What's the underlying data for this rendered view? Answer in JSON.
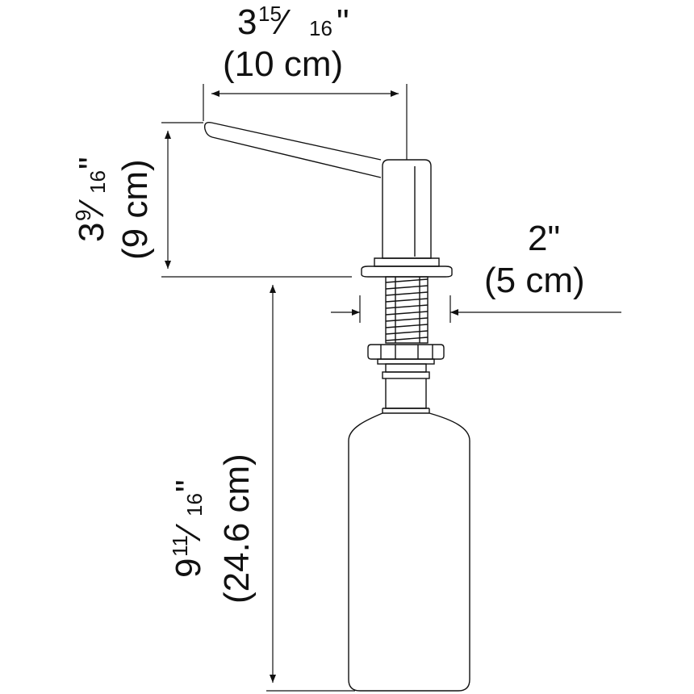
{
  "dimensions": {
    "width_top": {
      "whole": "3",
      "num": "15",
      "den": "16",
      "inch": "\"",
      "metric": "(10 cm)"
    },
    "height_spout": {
      "whole": "3",
      "num": "9",
      "den": "16",
      "inch": "\"",
      "metric": "(9 cm)"
    },
    "diameter_hole": {
      "imperial": "2\"",
      "metric": "(5 cm)"
    },
    "height_bottle": {
      "whole": "9",
      "num": "11",
      "den": "16",
      "inch": "\"",
      "metric": "(24.6 cm)"
    }
  }
}
